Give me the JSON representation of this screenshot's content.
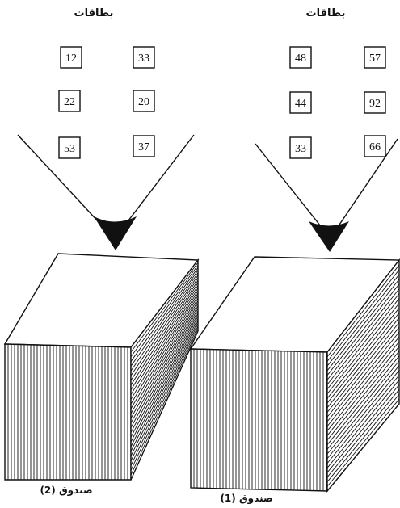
{
  "title_left": "بطاقات",
  "title_right": "بطاقات",
  "label_left_box": "صندوق (2)",
  "label_right_box": "صندوق (1)",
  "left_cards": [
    "12",
    "33",
    "22",
    "20",
    "53",
    "37"
  ],
  "right_cards": [
    "48",
    "57",
    "44",
    "92",
    "33",
    "66"
  ],
  "colors": {
    "ink": "#111111",
    "paper": "#ffffff"
  }
}
